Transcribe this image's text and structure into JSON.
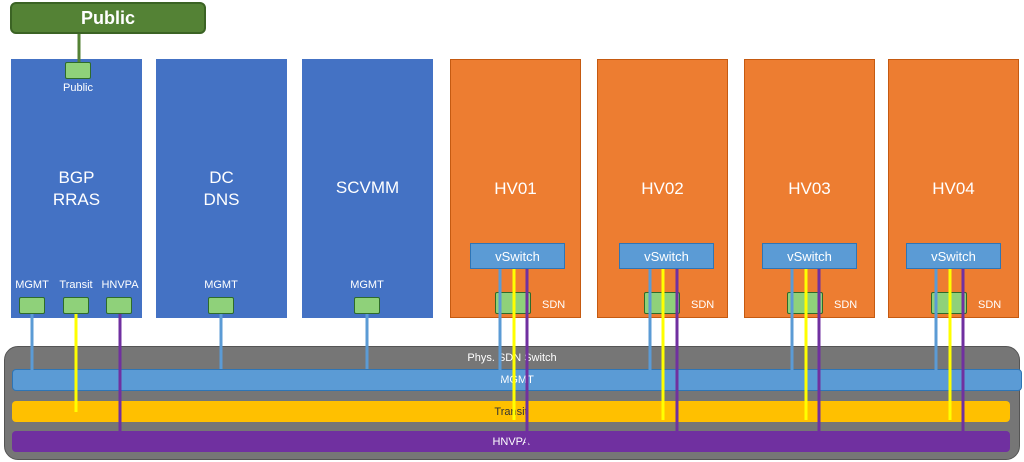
{
  "public": {
    "title": "Public"
  },
  "servers": [
    {
      "id": "bgp",
      "name1": "BGP",
      "name2": "RRAS",
      "nic_labels": [
        "Public",
        "MGMT",
        "Transit",
        "HNVPA"
      ]
    },
    {
      "id": "dc",
      "name1": "DC",
      "name2": "DNS",
      "nic_labels": [
        "MGMT"
      ]
    },
    {
      "id": "scvmm",
      "name1": "SCVMM",
      "nic_labels": [
        "MGMT"
      ]
    }
  ],
  "hosts": [
    {
      "name": "HV01",
      "vswitch": "vSwitch",
      "sdn": "SDN"
    },
    {
      "name": "HV02",
      "vswitch": "vSwitch",
      "sdn": "SDN"
    },
    {
      "name": "HV03",
      "vswitch": "vSwitch",
      "sdn": "SDN"
    },
    {
      "name": "HV04",
      "vswitch": "vSwitch",
      "sdn": "SDN"
    }
  ],
  "switch": {
    "label": "Phys. SDN Switch",
    "networks": [
      "MGMT",
      "Transit",
      "HNVPA"
    ]
  },
  "colors": {
    "server_blue": "#4472c4",
    "host_orange": "#ed7d31",
    "public_green": "#548235",
    "mgmt": "#5b9bd5",
    "transit": "#ffc000",
    "transit_line": "#ffff00",
    "hnvpa": "#7030a0"
  }
}
